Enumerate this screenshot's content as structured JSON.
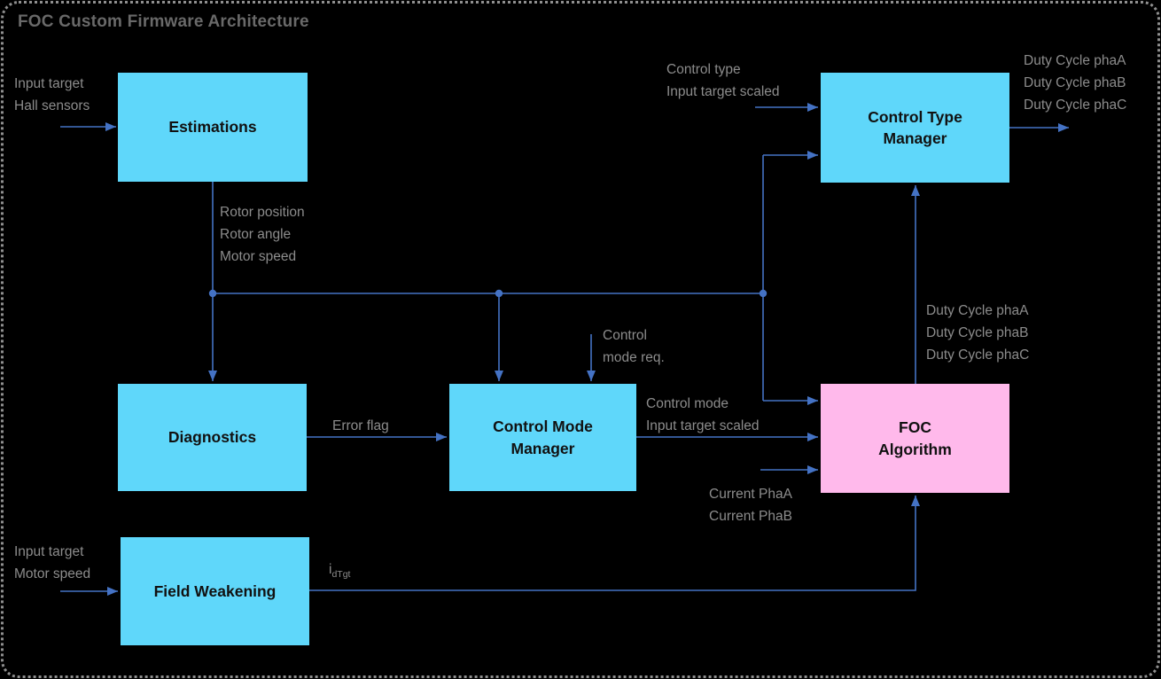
{
  "title": "FOC Custom Firmware Architecture",
  "colors": {
    "accent": "#4472C4",
    "node_cyan": "#5FD7FA",
    "node_pink": "#FFB9EB",
    "label_gray": "#8C8C8C",
    "title_gray": "#696969",
    "background": "#000000",
    "border_dots": "#8F8F8F",
    "node_text": "#111111"
  },
  "nodes": {
    "estimations": {
      "label": "Estimations"
    },
    "control_type_manager": {
      "label": "Control Type\nManager"
    },
    "diagnostics": {
      "label": "Diagnostics"
    },
    "control_mode_manager": {
      "label": "Control Mode\nManager"
    },
    "foc_algorithm": {
      "label": "FOC\nAlgorithm"
    },
    "field_weakening": {
      "label": "Field Weakening"
    }
  },
  "labels": {
    "estimations_inputs": {
      "lines": [
        "Input target",
        "Hall sensors"
      ]
    },
    "estimations_outputs": {
      "lines": [
        "Rotor position",
        "Rotor angle",
        "Motor speed"
      ]
    },
    "control_type_inputs": {
      "lines": [
        "Control type",
        "Input target scaled"
      ]
    },
    "duty_cycle_outputs": {
      "lines": [
        "Duty Cycle phaA",
        "Duty Cycle phaB",
        "Duty Cycle phaC"
      ]
    },
    "control_mode_request": {
      "lines": [
        "Control",
        "mode req."
      ]
    },
    "control_mode_outputs": {
      "lines": [
        "Control mode",
        "Input target scaled"
      ]
    },
    "duty_cycle_feedback": {
      "lines": [
        "Duty Cycle phaA",
        "Duty Cycle phaB",
        "Duty Cycle phaC"
      ]
    },
    "current_inputs": {
      "lines": [
        "Current PhaA",
        "Current PhaB"
      ]
    },
    "error_flag": "Error flag",
    "field_weakening_inputs": {
      "lines": [
        "Input target",
        "Motor speed"
      ]
    },
    "id_target": {
      "base": "i",
      "sub": "dTgt"
    }
  }
}
